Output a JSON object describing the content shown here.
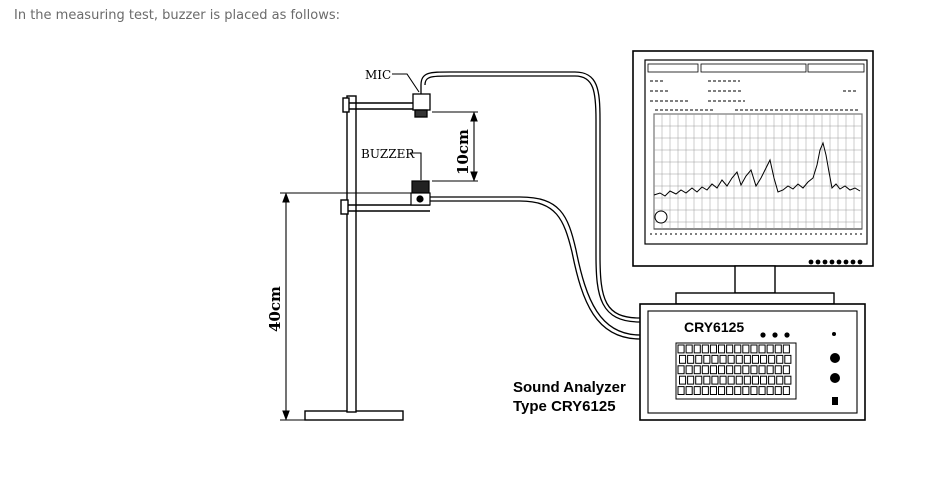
{
  "caption": "In the measuring test, buzzer is placed as follows:",
  "labels": {
    "mic": "MIC",
    "buzzer": "BUZZER",
    "dim_10cm": "10cm",
    "dim_40cm": "40cm",
    "analyzer_model": "CRY6125",
    "analyzer_line1": "Sound Analyzer",
    "analyzer_line2": "Type CRY6125"
  },
  "colors": {
    "line": "#000000",
    "screen_grid": "#9a9a9a",
    "caption": "#6b6b6b"
  }
}
